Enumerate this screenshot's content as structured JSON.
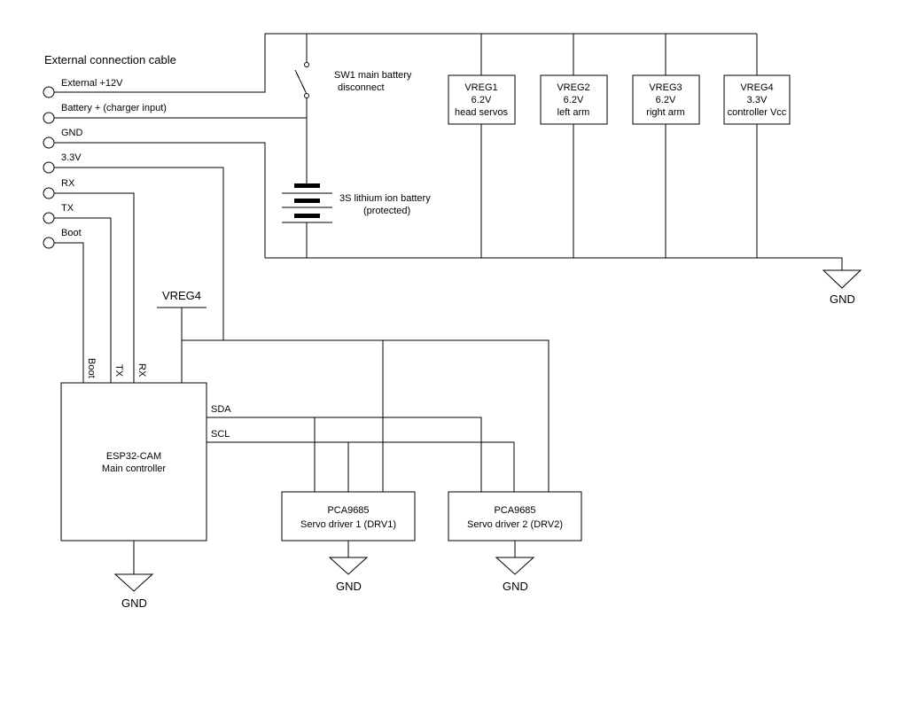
{
  "cable": {
    "title": "External connection cable",
    "pins": [
      "External +12V",
      "Battery + (charger input)",
      "GND",
      "3.3V",
      "RX",
      "TX",
      "Boot"
    ]
  },
  "switch": {
    "line1": "SW1 main battery",
    "line2": "disconnect"
  },
  "battery": {
    "line1": "3S lithium ion battery",
    "line2": "(protected)"
  },
  "regulators": [
    {
      "name": "VREG1",
      "voltage": "6.2V",
      "load": "head servos"
    },
    {
      "name": "VREG2",
      "voltage": "6.2V",
      "load": "left arm"
    },
    {
      "name": "VREG3",
      "voltage": "6.2V",
      "load": "right arm"
    },
    {
      "name": "VREG4",
      "voltage": "3.3V",
      "load": "controller Vcc"
    }
  ],
  "vreg4_rail": "VREG4",
  "esp": {
    "line1": "ESP32-CAM",
    "line2": "Main controller",
    "pins": {
      "boot": "Boot",
      "tx": "TX",
      "rx": "RX"
    }
  },
  "bus": {
    "sda": "SDA",
    "scl": "SCL"
  },
  "drivers": [
    {
      "line1": "PCA9685",
      "line2": "Servo driver 1 (DRV1)"
    },
    {
      "line1": "PCA9685",
      "line2": "Servo driver 2 (DRV2)"
    }
  ],
  "ground_label": "GND"
}
